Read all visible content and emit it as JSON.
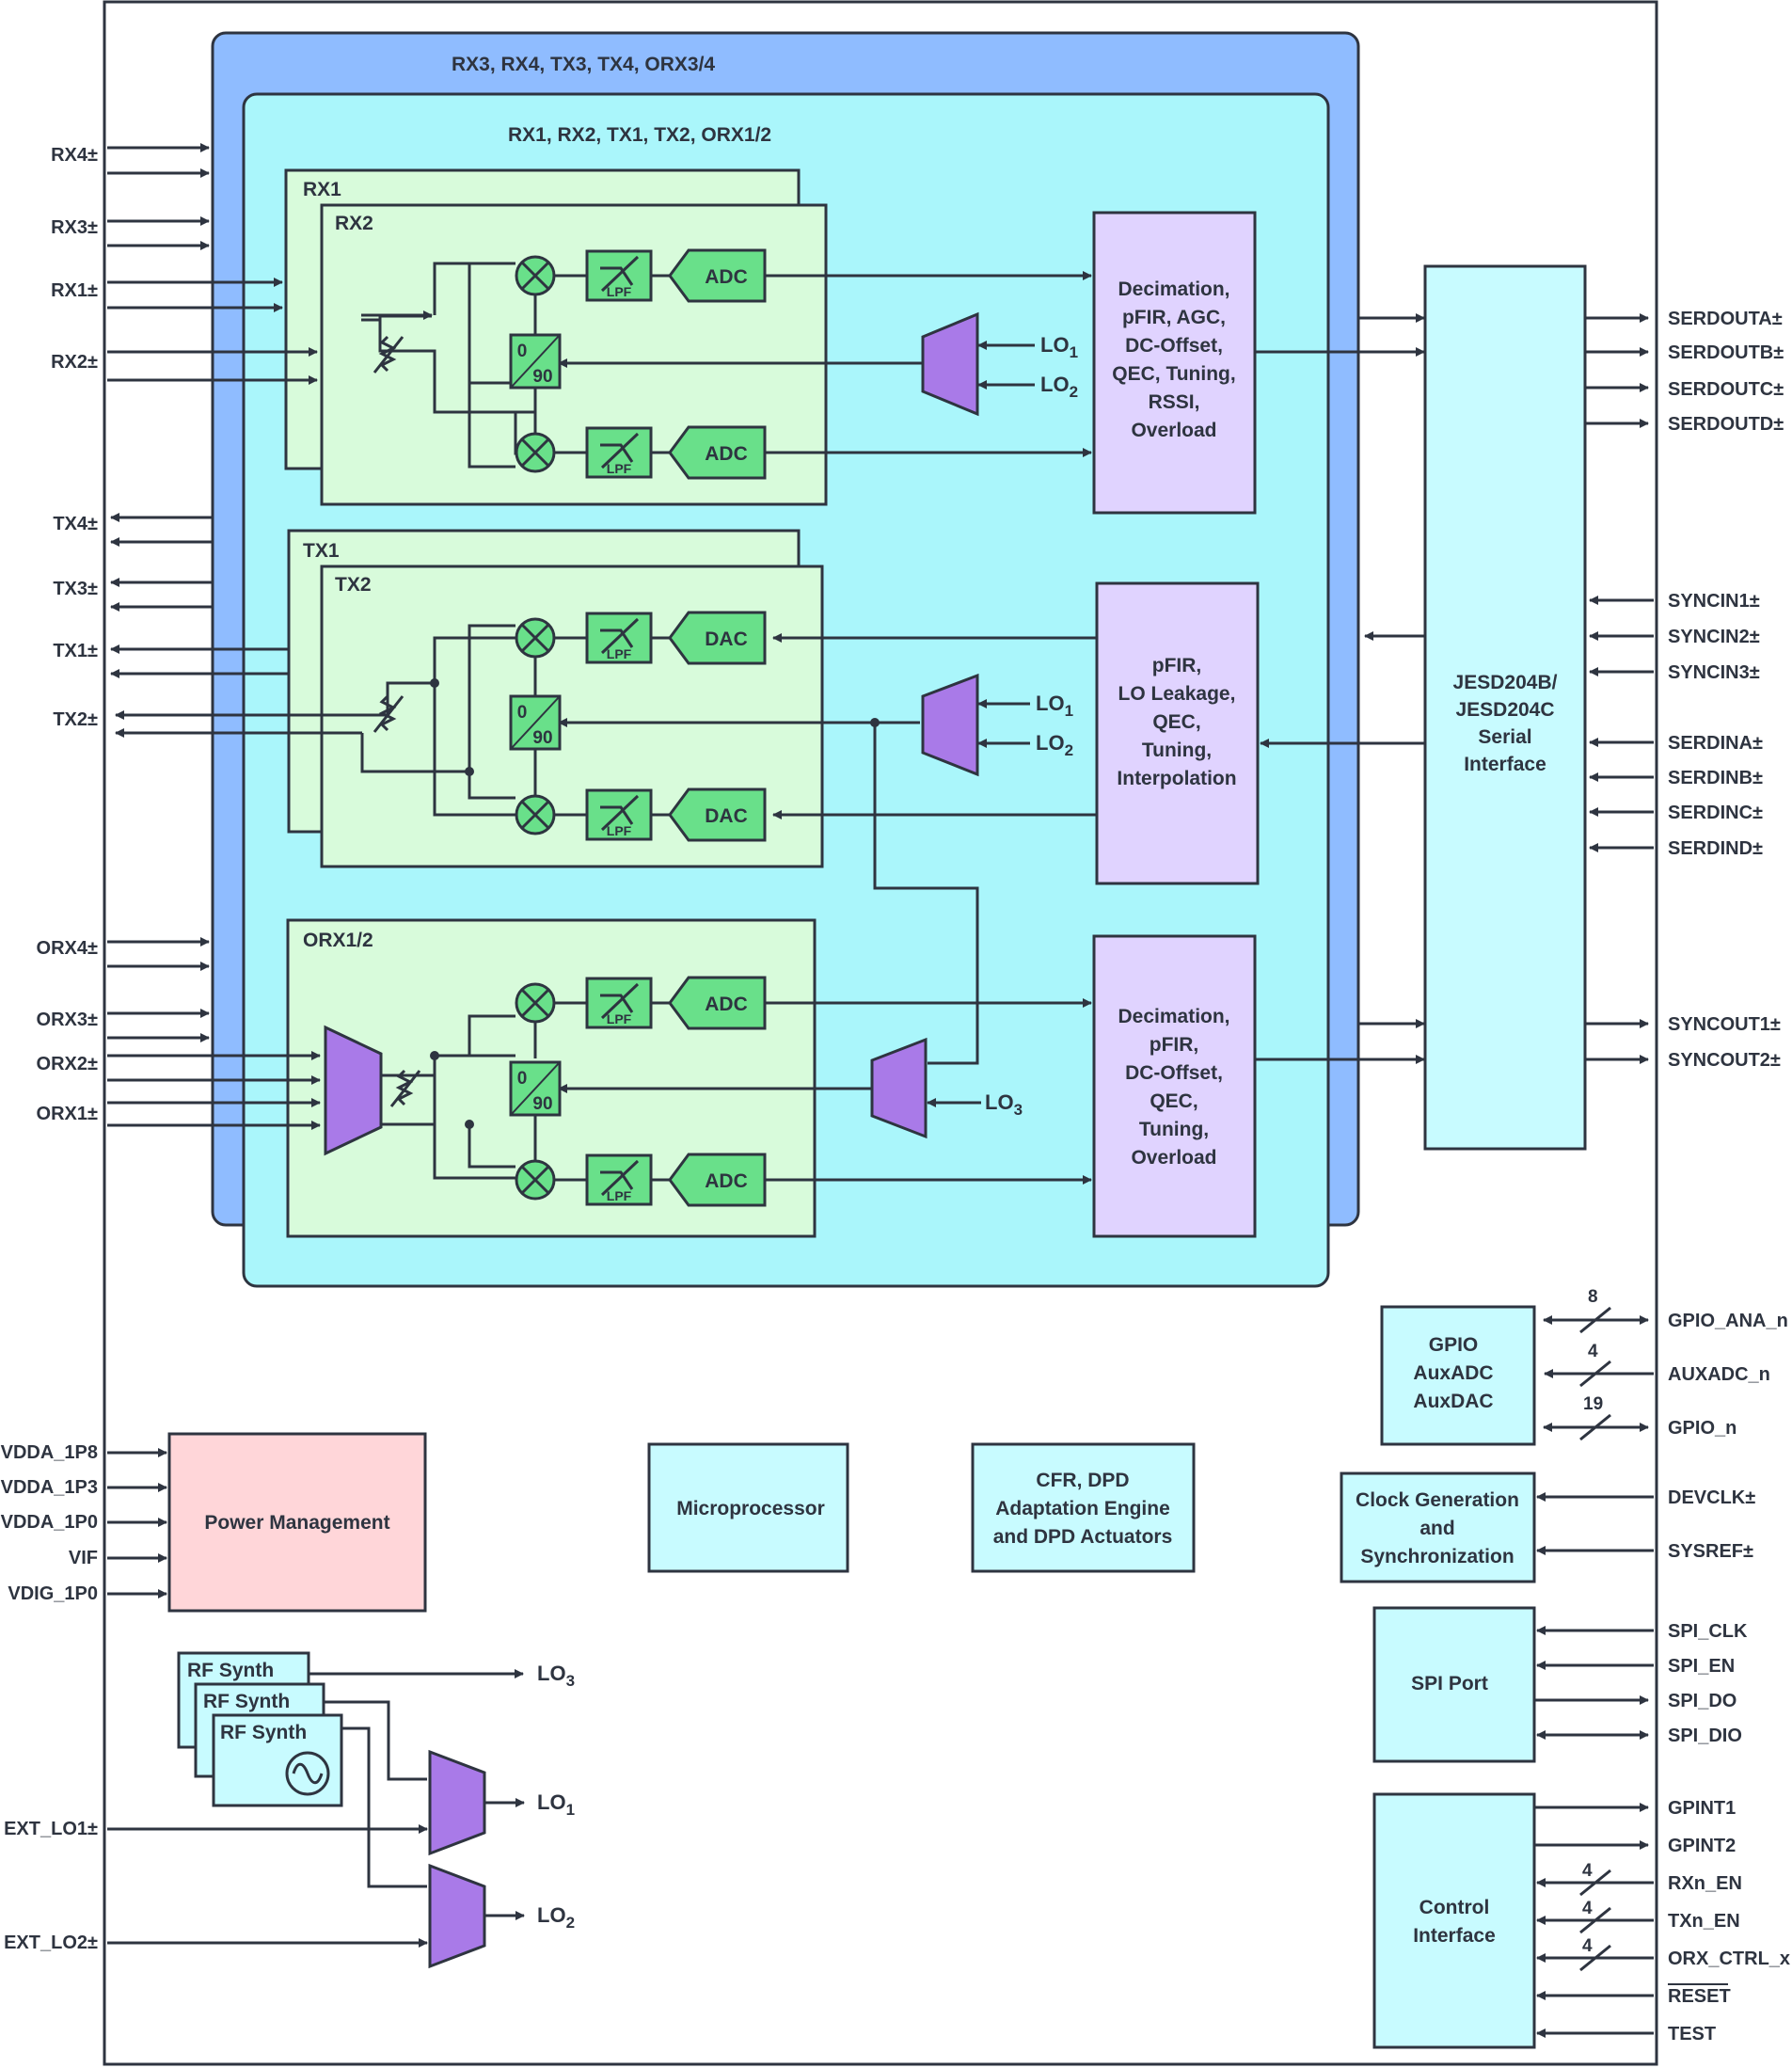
{
  "colors": {
    "outer_group": "#8fbcff",
    "inner_group": "#aaf6fb",
    "channel_block": "#d8fbdb",
    "converter": "#69e08a",
    "dsp_block": "#e0d3ff",
    "mux": "#a97ae8",
    "power_block": "#ffd6d9",
    "aux_block": "#c8fbff",
    "line": "#2e3440"
  },
  "groups": {
    "outer_label": "RX3, RX4, TX3, TX4, ORX3/4",
    "inner_label": "RX1, RX2, TX1, TX2, ORX1/2"
  },
  "channels": {
    "rx1": "RX1",
    "rx2": "RX2",
    "tx1": "TX1",
    "tx2": "TX2",
    "orx": "ORX1/2"
  },
  "converters": {
    "adc": "ADC",
    "dac": "DAC",
    "lpf": "LPF"
  },
  "phase_shifter": {
    "top": "0",
    "bottom": "90"
  },
  "dsp": {
    "rx": [
      "Decimation,",
      "pFIR, AGC,",
      "DC-Offset,",
      "QEC, Tuning,",
      "RSSI,",
      "Overload"
    ],
    "tx": [
      "pFIR,",
      "LO Leakage,",
      "QEC,",
      "Tuning,",
      "Interpolation"
    ],
    "orx": [
      "Decimation,",
      "pFIR,",
      "DC-Offset,",
      "QEC,",
      "Tuning,",
      "Overload"
    ]
  },
  "jesd": [
    "JESD204B/",
    "JESD204C",
    "Serial",
    "Interface"
  ],
  "lo": {
    "base": "LO",
    "sub1": "1",
    "sub2": "2",
    "sub3": "3"
  },
  "left_pins": {
    "rx": [
      "RX4±",
      "RX3±",
      "RX1±",
      "RX2±"
    ],
    "tx": [
      "TX4±",
      "TX3±",
      "TX1±",
      "TX2±"
    ],
    "orx": [
      "ORX4±",
      "ORX3±",
      "ORX2±",
      "ORX1±"
    ],
    "power": [
      "VDDA_1P8",
      "VDDA_1P3",
      "VDDA_1P0",
      "VIF",
      "VDIG_1P0"
    ],
    "ext_lo": [
      "EXT_LO1±",
      "EXT_LO2±"
    ]
  },
  "right_pins": {
    "serdout": [
      "SERDOUTA±",
      "SERDOUTB±",
      "SERDOUTC±",
      "SERDOUTD±"
    ],
    "syncin": [
      "SYNCIN1±",
      "SYNCIN2±",
      "SYNCIN3±"
    ],
    "serdin": [
      "SERDINA±",
      "SERDINB±",
      "SERDINC±",
      "SERDIND±"
    ],
    "syncout": [
      "SYNCOUT1±",
      "SYNCOUT2±"
    ],
    "gpio": [
      "GPIO_ANA_n",
      "AUXADC_n",
      "GPIO_n"
    ],
    "clock": [
      "DEVCLK±",
      "SYSREF±"
    ],
    "spi": [
      "SPI_CLK",
      "SPI_EN",
      "SPI_DO",
      "SPI_DIO"
    ],
    "control": [
      "GPINT1",
      "GPINT2",
      "RXn_EN",
      "TXn_EN",
      "ORX_CTRL_x",
      "RESET",
      "TEST"
    ]
  },
  "bus_widths": {
    "gpio_ana": "8",
    "auxadc": "4",
    "gpio": "19",
    "rxn_en": "4",
    "txn_en": "4",
    "orx_ctrl": "4"
  },
  "blocks": {
    "gpio": [
      "GPIO",
      "AuxADC",
      "AuxDAC"
    ],
    "clock": [
      "Clock Generation",
      "and",
      "Synchronization"
    ],
    "spi": "SPI Port",
    "control": [
      "Control",
      "Interface"
    ],
    "power": "Power Management",
    "micro": "Microprocessor",
    "cfr": [
      "CFR, DPD",
      "Adaptation Engine",
      "and DPD Actuators"
    ],
    "rf_synth": "RF Synth"
  }
}
